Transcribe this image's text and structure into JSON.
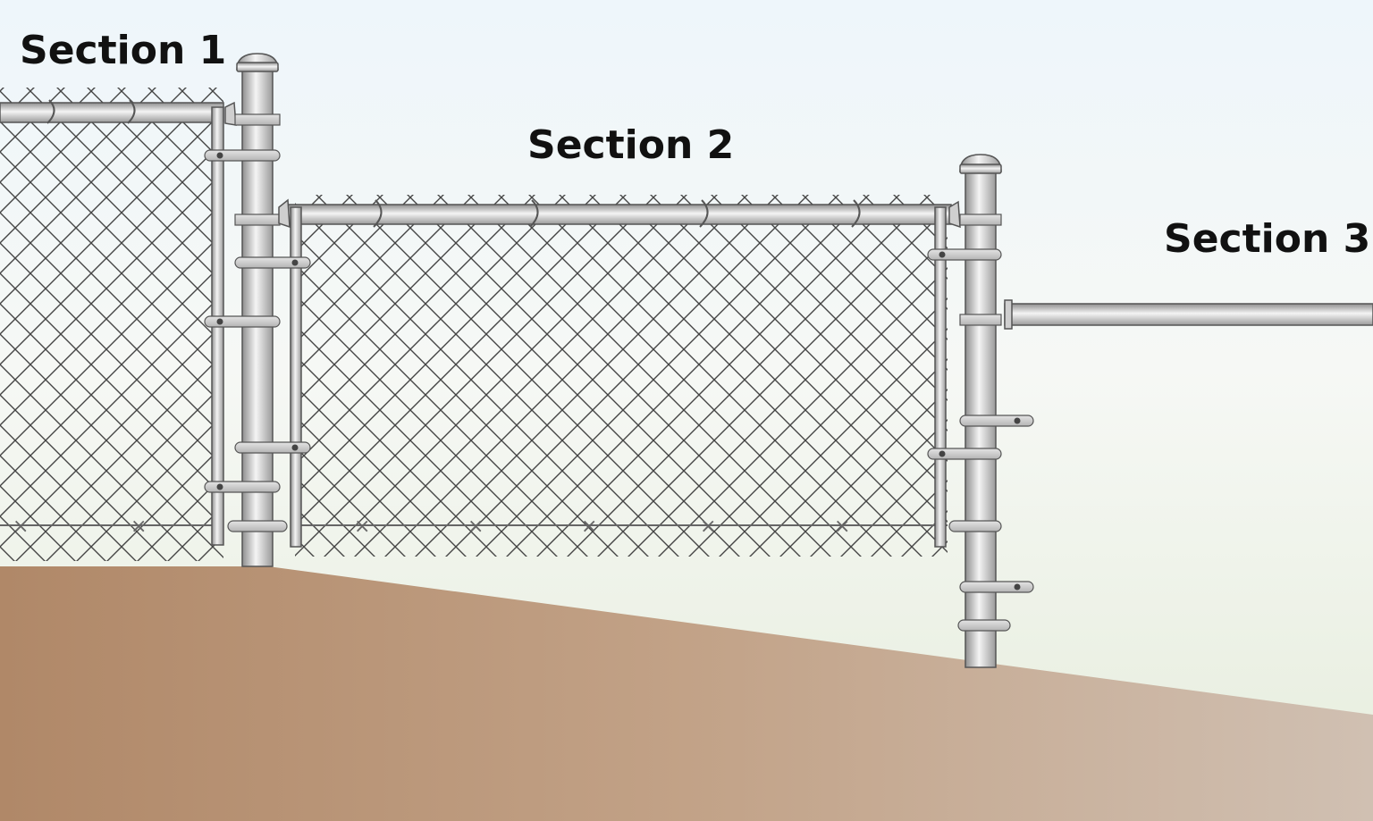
{
  "labels": {
    "section1": "Section 1",
    "section2": "Section 2",
    "section3": "Section 3"
  },
  "colors": {
    "sky_top": "#eef6fb",
    "sky_bottom": "#e6eddc",
    "ground_left": "#b08868",
    "ground_right": "#d0c0b0",
    "metal_dark": "#8c8c8c",
    "metal_light": "#f2f2f2",
    "outline": "#555555",
    "mesh": "#444444"
  }
}
